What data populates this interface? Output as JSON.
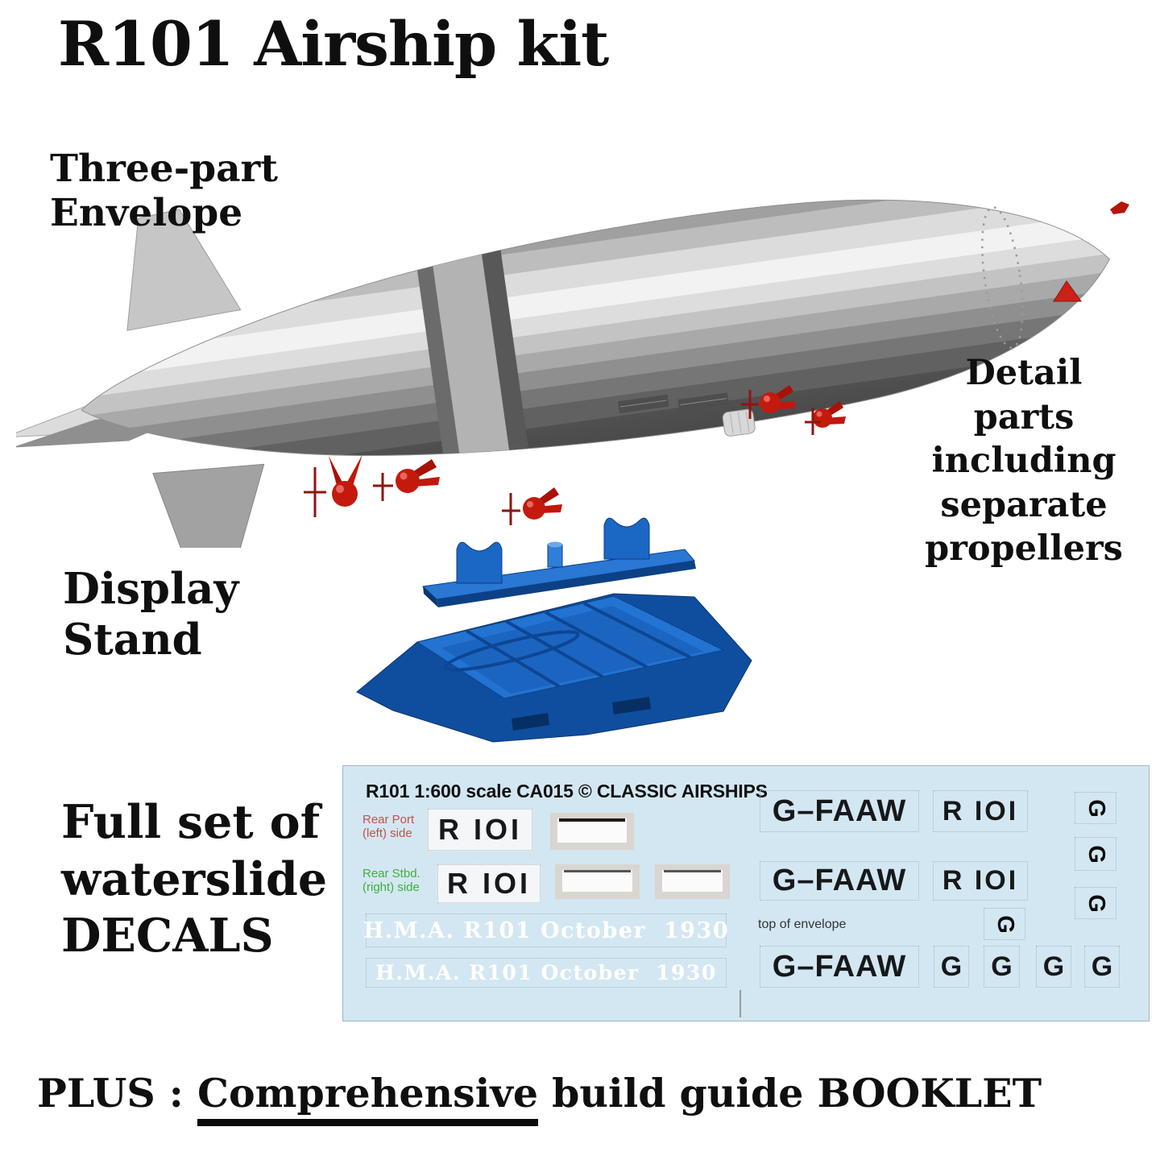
{
  "title": "R101 Airship kit",
  "labels": {
    "envelope_1": "Three-part",
    "envelope_2": "Envelope",
    "detail_1": "Detail",
    "detail_2": "parts",
    "detail_3": "including",
    "detail_4": "separate",
    "detail_5": "propellers",
    "stand_1": "Display",
    "stand_2": "Stand",
    "decals_1": "Full set of",
    "decals_2": "waterslide",
    "decals_3": "DECALS"
  },
  "footer": {
    "prefix": "PLUS : ",
    "underlined": "Comprehensive",
    "suffix": " build guide BOOKLET"
  },
  "decal_sheet": {
    "header": "R101 1:600 scale CA015 © CLASSIC AIRSHIPS",
    "rear_port_1": "Rear Port",
    "rear_port_2": "(left) side",
    "rear_stbd_1": "Rear Stbd.",
    "rear_stbd_2": "(right) side",
    "reg_r101": "R IOI",
    "hma_line": "H.M.A. R101 October  1930",
    "reg_gfaaw": "G–FAAW",
    "top_of_envelope": "top of envelope",
    "letter_g": "G"
  },
  "colors": {
    "sheet_bg": "#d3e7f2",
    "stand_blue": "#1d6ccb",
    "parts_red": "#c41a0e",
    "rear_port_red": "#c65048",
    "rear_stbd_green": "#3db03d",
    "airship_highlight": "#f2f2f2",
    "airship_shadow": "#484848"
  }
}
